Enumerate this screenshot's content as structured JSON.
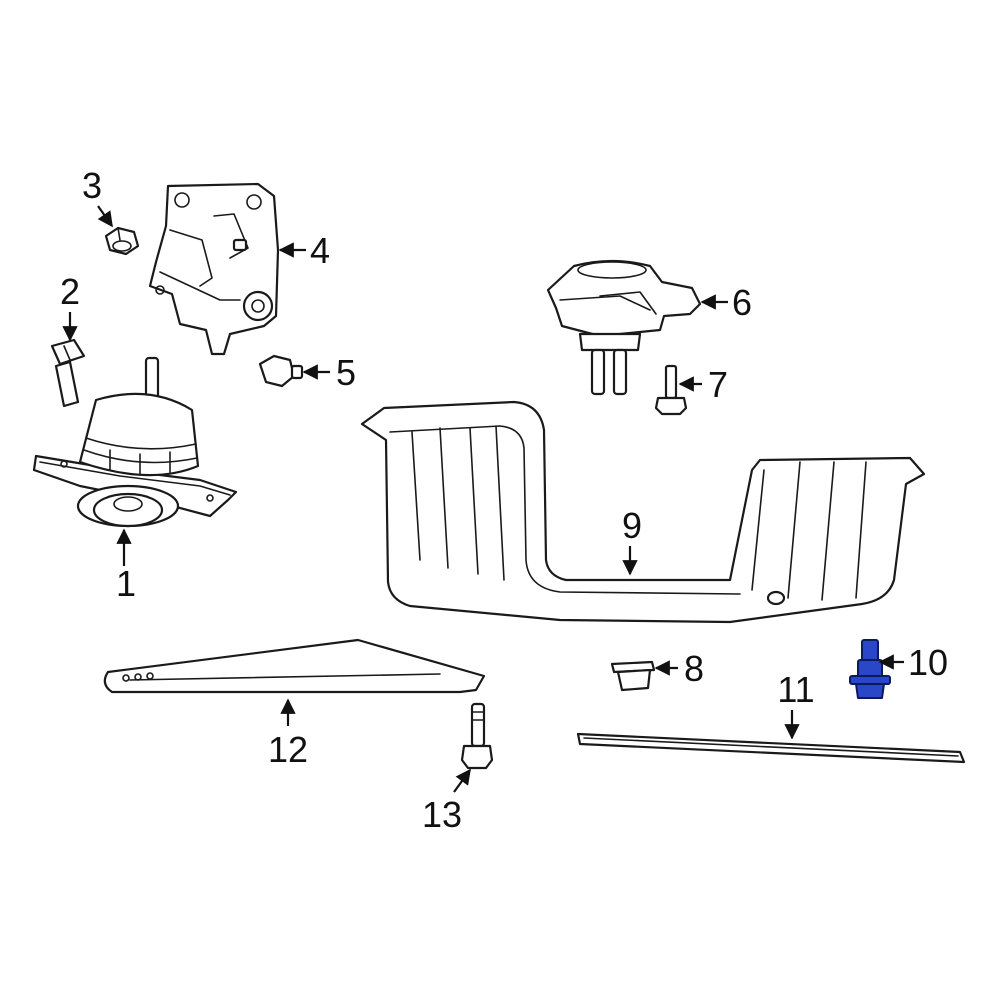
{
  "callouts": [
    {
      "id": "1",
      "label": "1"
    },
    {
      "id": "2",
      "label": "2"
    },
    {
      "id": "3",
      "label": "3"
    },
    {
      "id": "4",
      "label": "4"
    },
    {
      "id": "5",
      "label": "5"
    },
    {
      "id": "6",
      "label": "6"
    },
    {
      "id": "7",
      "label": "7"
    },
    {
      "id": "8",
      "label": "8"
    },
    {
      "id": "9",
      "label": "9"
    },
    {
      "id": "10",
      "label": "10"
    },
    {
      "id": "11",
      "label": "11"
    },
    {
      "id": "12",
      "label": "12"
    },
    {
      "id": "13",
      "label": "13"
    }
  ],
  "highlighted_part": "10",
  "colors": {
    "line": "#1a1a1a",
    "highlight_fill": "#2a47c9",
    "highlight_stroke": "#0a1a5c",
    "background": "#ffffff"
  }
}
